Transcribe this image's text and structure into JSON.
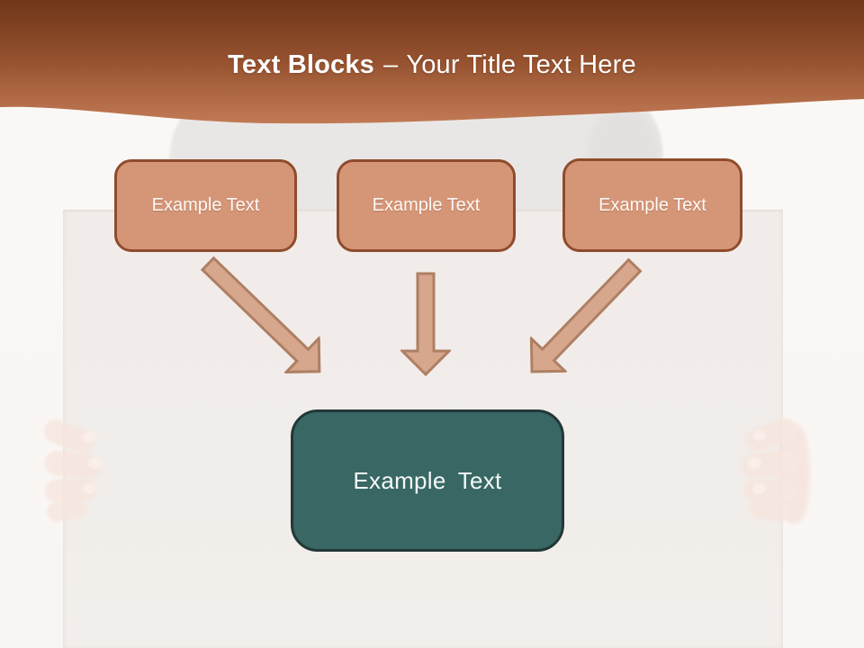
{
  "slide": {
    "header": {
      "title_bold": "Text Blocks",
      "title_separator": "–",
      "title_regular": "Your Title Text Here"
    },
    "blocks": [
      {
        "label": "Example Text"
      },
      {
        "label": "Example Text"
      },
      {
        "label": "Example Text"
      }
    ],
    "result_block": {
      "label": "Example Text"
    },
    "connections": [
      {
        "from": "text-block-1",
        "to": "result-block",
        "arrow": "down-right"
      },
      {
        "from": "text-block-2",
        "to": "result-block",
        "arrow": "down"
      },
      {
        "from": "text-block-3",
        "to": "result-block",
        "arrow": "down-left"
      }
    ],
    "colors": {
      "header_gradient_top": "#6f3619",
      "header_gradient_mid": "#96522f",
      "header_gradient_bottom": "#c27a55",
      "block_fill": "#d59678",
      "block_border": "#8f4c2c",
      "arrow_fill": "#d7a78d",
      "arrow_border": "#ae7f63",
      "result_fill": "#386764",
      "result_border": "#223837",
      "text_light": "#fdf9f6"
    }
  }
}
